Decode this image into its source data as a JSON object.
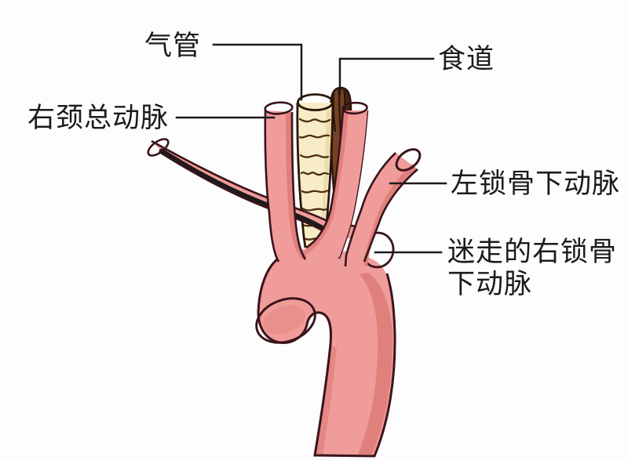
{
  "figure": {
    "kind": "anatomical-diagram",
    "labels": {
      "trachea": "气管",
      "esophagus": "食道",
      "right_common_carotid": "右颈总动脉",
      "left_subclavian": "左锁骨下动脉",
      "aberrant_right_subclavian": "迷走的右锁骨下动脉"
    },
    "palette": {
      "bg": "#fdfdfd",
      "ink": "#1b1b1b",
      "vessel": "#F09C9A",
      "vesselShade": "#E0807D",
      "vesselDeep": "#C25557",
      "vesselLumen": "#CC8084",
      "archLumen": "#DC7F7D",
      "archLumenHi": "#E9908D",
      "outline": "#3A141C",
      "trachea": "#F7ECC6",
      "tracheaShade": "#EDDCA8",
      "tracheaRing": "#4D2E12",
      "tracheaLumen": "#17100A",
      "esophagus": "#754323",
      "esophagusShade": "#4A2610",
      "esophagusOutline": "#2A160B"
    }
  }
}
